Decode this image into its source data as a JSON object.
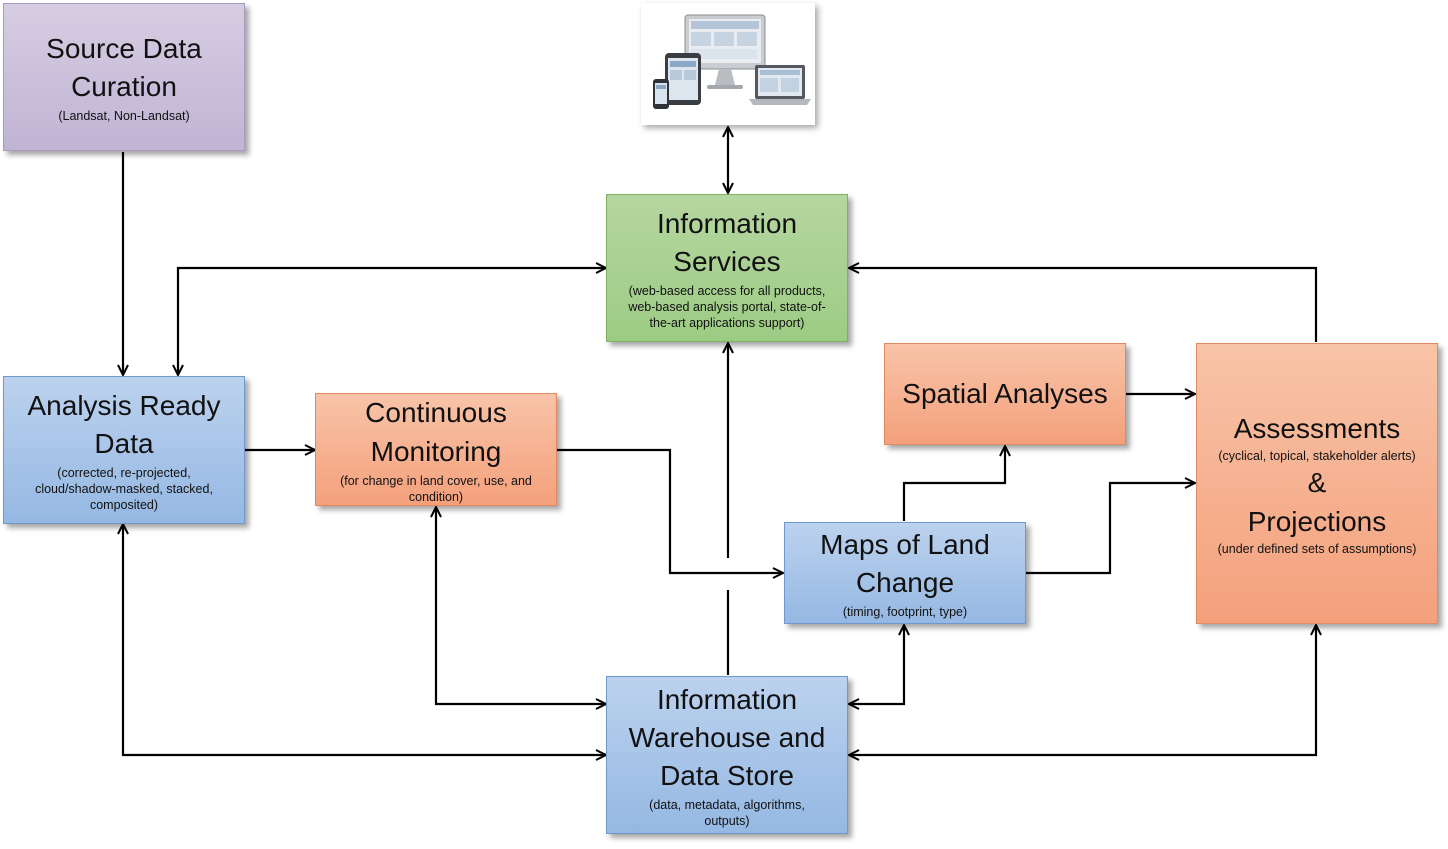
{
  "nodes": {
    "source_data": {
      "title": "Source Data\nCuration",
      "sub": "(Landsat, Non-Landsat)"
    },
    "info_services": {
      "title": "Information\nServices",
      "sub": "(web-based access for all products,\nweb-based analysis portal, state-of-\nthe-art applications support)"
    },
    "ard": {
      "title": "Analysis Ready\nData",
      "sub": "(corrected, re-projected,\ncloud/shadow-masked, stacked,\ncomposited)"
    },
    "continuous_monitoring": {
      "title": "Continuous\nMonitoring",
      "sub": "(for change in land cover, use, and\ncondition)"
    },
    "spatial_analyses": {
      "title": "Spatial Analyses"
    },
    "maps_land_change": {
      "title": "Maps of Land\nChange",
      "sub": "(timing,  footprint, type)"
    },
    "assessments": {
      "title": "Assessments",
      "sub": "(cyclical, topical, stakeholder alerts)",
      "amp": "&",
      "title2": "Projections",
      "sub2": "(under defined sets of assumptions)"
    },
    "warehouse": {
      "title": "Information\nWarehouse and\nData Store",
      "sub": "(data, metadata, algorithms,\noutputs)"
    }
  },
  "device_icon": "responsive-devices-icon",
  "colors": {
    "purple": "#c8bedb",
    "green": "#a9d18e",
    "blue": "#a8c6ea",
    "orange": "#f7b08f",
    "edge": "#000000"
  }
}
